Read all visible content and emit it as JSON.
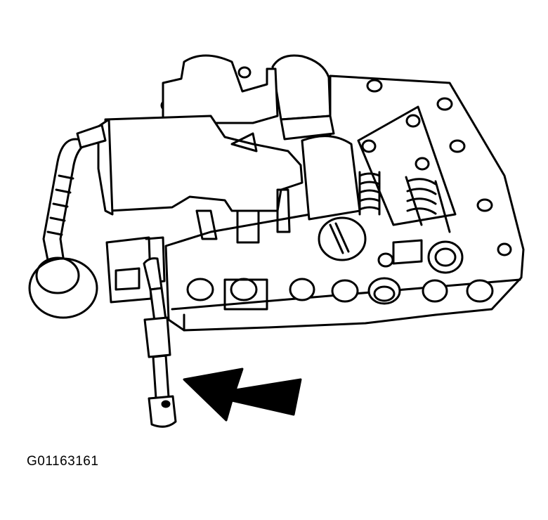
{
  "figure": {
    "code": "G01163161"
  },
  "colors": {
    "ink": "#000000",
    "paper": "#ffffff"
  },
  "parts": {
    "valve_body": "valve-body-assembly",
    "wire_harness": "wiring-harness",
    "connector": "electrical-connector",
    "pin": "retaining-pin",
    "arrow": "direction-arrow"
  }
}
